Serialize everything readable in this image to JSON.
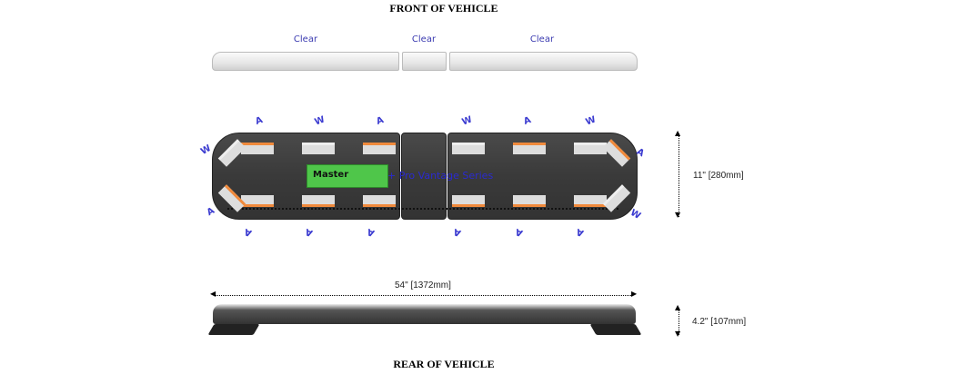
{
  "titles": {
    "front": "FRONT OF VEHICLE",
    "rear": "REAR OF VEHICLE"
  },
  "lens_labels": [
    "Clear",
    "Clear",
    "Clear"
  ],
  "board": {
    "label": "Master",
    "series": "+ Pro Vantage Series"
  },
  "colors": {
    "amber": "#f08a3c",
    "label_blue": "#3a3ad0",
    "bar": "#3a3a3a",
    "board_green": "#4fc64a"
  },
  "color_codes": {
    "top": [
      "A",
      "W",
      "A",
      "W",
      "A",
      "W"
    ],
    "left_top": "W",
    "right_top": "A",
    "left_bottom": "A",
    "right_bottom": "W",
    "bottom": [
      "A",
      "A",
      "A",
      "A",
      "A",
      "A"
    ]
  },
  "dimensions": {
    "height": "11\" [280mm]",
    "length": "54\" [1372mm]",
    "profile_height": "4.2\" [107mm]"
  }
}
